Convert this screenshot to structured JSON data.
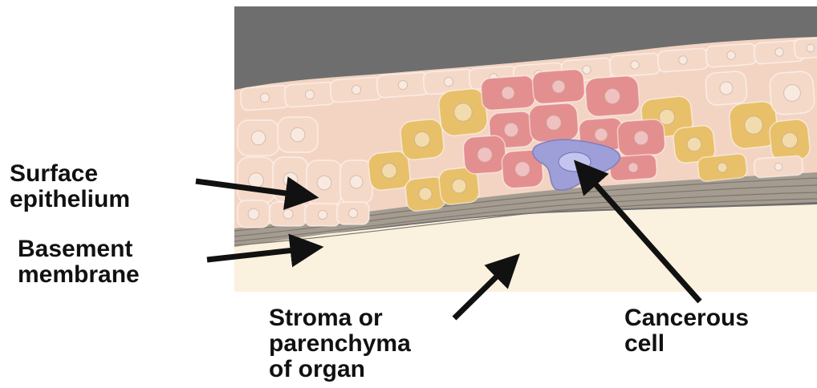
{
  "diagram": {
    "labels": {
      "surface_epithelium": [
        "Surface",
        "epithelium"
      ],
      "basement_membrane": [
        "Basement",
        "membrane"
      ],
      "stroma": [
        "Stroma or",
        "parenchyma",
        "of organ"
      ],
      "cancerous_cell": [
        "Cancerous",
        "cell"
      ]
    },
    "colors": {
      "lumen": "#6e6e6e",
      "normal_cell": "#f5d9c8",
      "dysplastic_cell": "#e8c06a",
      "dysplastic_cell_pink": "#e48f8f",
      "cancerous_cell": "#9e9fd8",
      "basement_membrane": "#9a9085",
      "stroma": "#fbf1df",
      "arrow": "#111111"
    }
  }
}
